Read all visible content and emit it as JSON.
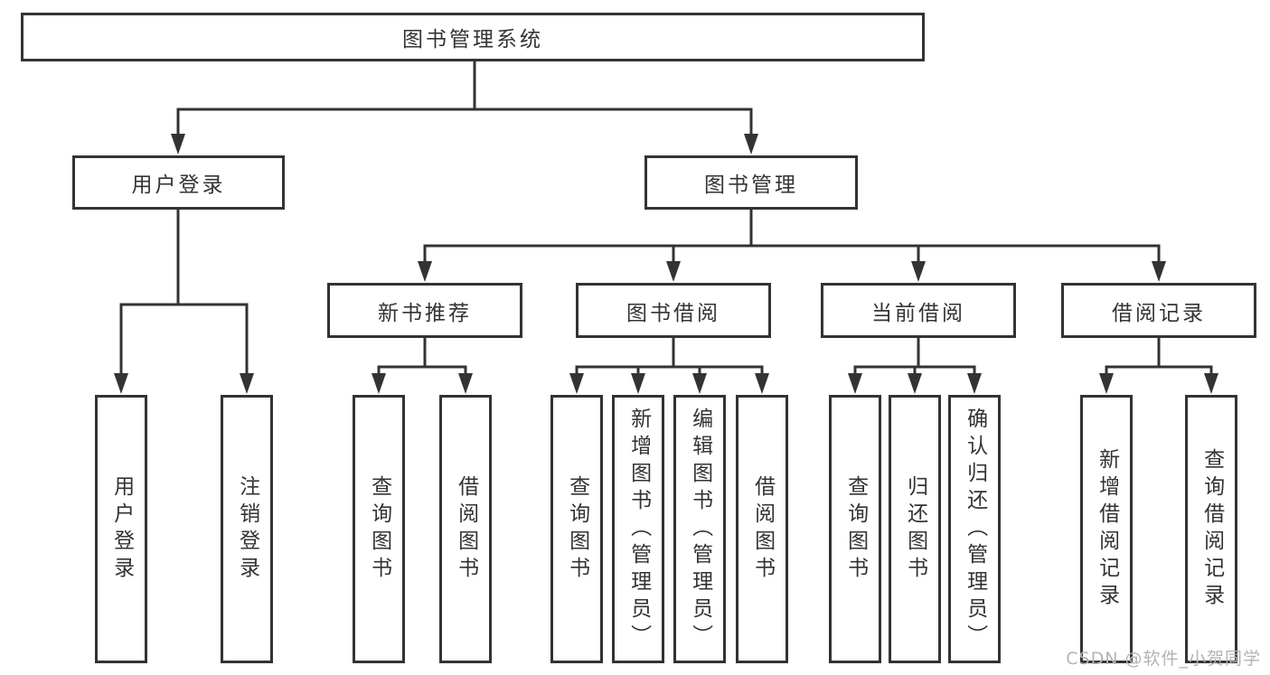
{
  "colors": {
    "line": "#333333",
    "border": "#333333",
    "text": "#333333",
    "box_fill": "#ffffff",
    "background": "#ffffff",
    "watermark": "#b3b3b3"
  },
  "nodes": {
    "root": "图书管理系统",
    "user_login": "用户登录",
    "book_management": "图书管理",
    "new_book_recommend": "新书推荐",
    "book_borrow": "图书借阅",
    "current_borrow": "当前借阅",
    "borrow_records": "借阅记录",
    "ul_user_login": "用户登录",
    "ul_logout": "注销登录",
    "nb_query_books": "查询图书",
    "nb_borrow_books": "借阅图书",
    "bb_query_books": "查询图书",
    "bb_add_books_admin": "新增图书（管理员）",
    "bb_edit_books_admin": "编辑图书（管理员）",
    "bb_borrow_books": "借阅图书",
    "cb_query_books": "查询图书",
    "cb_return_books": "归还图书",
    "cb_confirm_return_admin": "确认归还（管理员）",
    "br_add_record": "新增借阅记录",
    "br_query_record": "查询借阅记录"
  },
  "watermark": "CSDN @软件_小贺同学"
}
